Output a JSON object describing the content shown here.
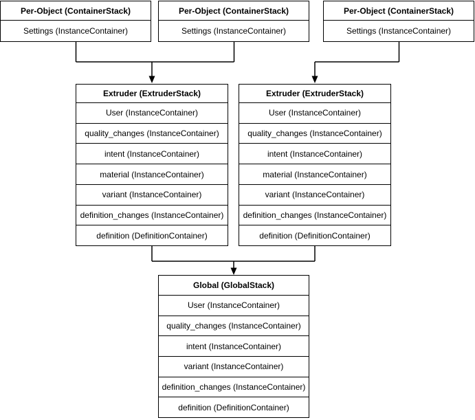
{
  "colors": {
    "background": "#ffffff",
    "line": "#000000",
    "text": "#000000"
  },
  "stacks": {
    "per_object_1": {
      "title": "Per-Object (ContainerStack)",
      "rows": [
        "Settings (InstanceContainer)"
      ]
    },
    "per_object_2": {
      "title": "Per-Object (ContainerStack)",
      "rows": [
        "Settings (InstanceContainer)"
      ]
    },
    "per_object_3": {
      "title": "Per-Object (ContainerStack)",
      "rows": [
        "Settings (InstanceContainer)"
      ]
    },
    "extruder_1": {
      "title": "Extruder (ExtruderStack)",
      "rows": [
        "User (InstanceContainer)",
        "quality_changes (InstanceContainer)",
        "intent (InstanceContainer)",
        "material (InstanceContainer)",
        "variant (InstanceContainer)",
        "definition_changes (InstanceContainer)",
        "definition (DefinitionContainer)"
      ]
    },
    "extruder_2": {
      "title": "Extruder (ExtruderStack)",
      "rows": [
        "User (InstanceContainer)",
        "quality_changes (InstanceContainer)",
        "intent (InstanceContainer)",
        "material (InstanceContainer)",
        "variant (InstanceContainer)",
        "definition_changes (InstanceContainer)",
        "definition (DefinitionContainer)"
      ]
    },
    "global": {
      "title": "Global (GlobalStack)",
      "rows": [
        "User (InstanceContainer)",
        "quality_changes (InstanceContainer)",
        "intent (InstanceContainer)",
        "variant (InstanceContainer)",
        "definition_changes (InstanceContainer)",
        "definition (DefinitionContainer)"
      ]
    }
  }
}
